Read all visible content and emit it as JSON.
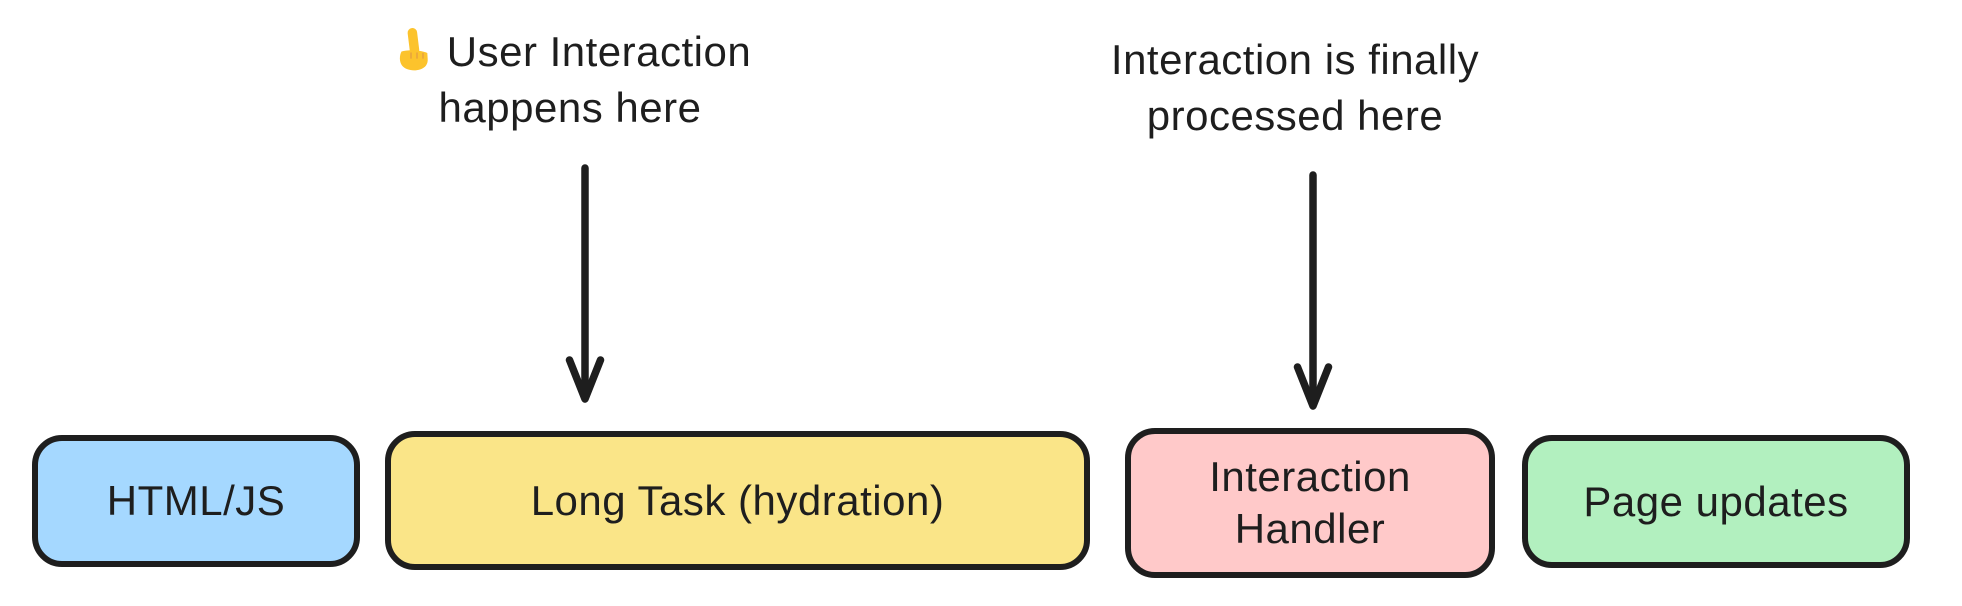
{
  "diagram": {
    "title_hint": "Hydration long-task interaction timeline",
    "stroke": "#1e1e1e",
    "background": "#ffffff",
    "annotations": [
      {
        "icon": "pointing-up-emoji",
        "line1": "User Interaction",
        "line2": "happens here",
        "points_to": "Long Task (hydration)"
      },
      {
        "line1": "Interaction is finally",
        "line2": "processed here",
        "points_to": "Interaction Handler"
      }
    ],
    "boxes": [
      {
        "label": "HTML/JS",
        "fill": "#a5d8ff"
      },
      {
        "label": "Long Task (hydration)",
        "fill": "#fae588"
      },
      {
        "label": "Interaction Handler",
        "fill": "#ffc9c9"
      },
      {
        "label": "Page updates",
        "fill": "#b2f0bf"
      }
    ],
    "pointer_emoji": {
      "name": "backhand-index-pointing-up",
      "fill": "#fcc32c",
      "outline": "#e8a33d"
    }
  }
}
